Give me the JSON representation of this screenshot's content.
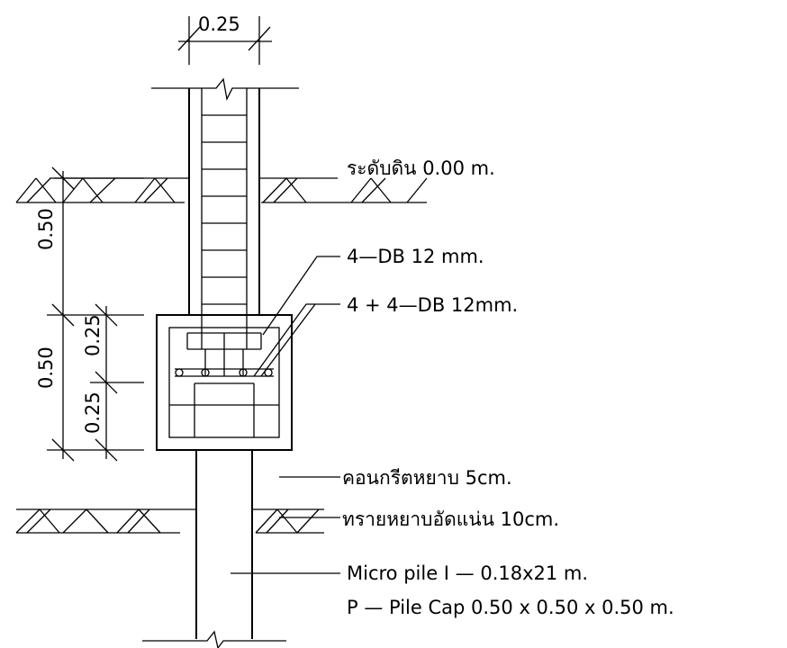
{
  "dimensions": {
    "column_width": "0.25",
    "upper_height": "0.50",
    "cap_height": "0.50",
    "cap_upper_part": "0.25",
    "cap_lower_part": "0.25"
  },
  "labels": {
    "ground_level": "ระดับดิน 0.00 m.",
    "column_rebar": "4—DB 12 mm.",
    "cap_rebar": "4 + 4—DB 12mm.",
    "lean_concrete": "คอนกรีตหยาบ 5cm.",
    "compacted_sand": "ทรายหยาบอัดแน่น 10cm.",
    "micro_pile": "Micro pile  I — 0.18x21 m.",
    "pile_cap": "P — Pile Cap 0.50 x 0.50 x 0.50 m."
  }
}
